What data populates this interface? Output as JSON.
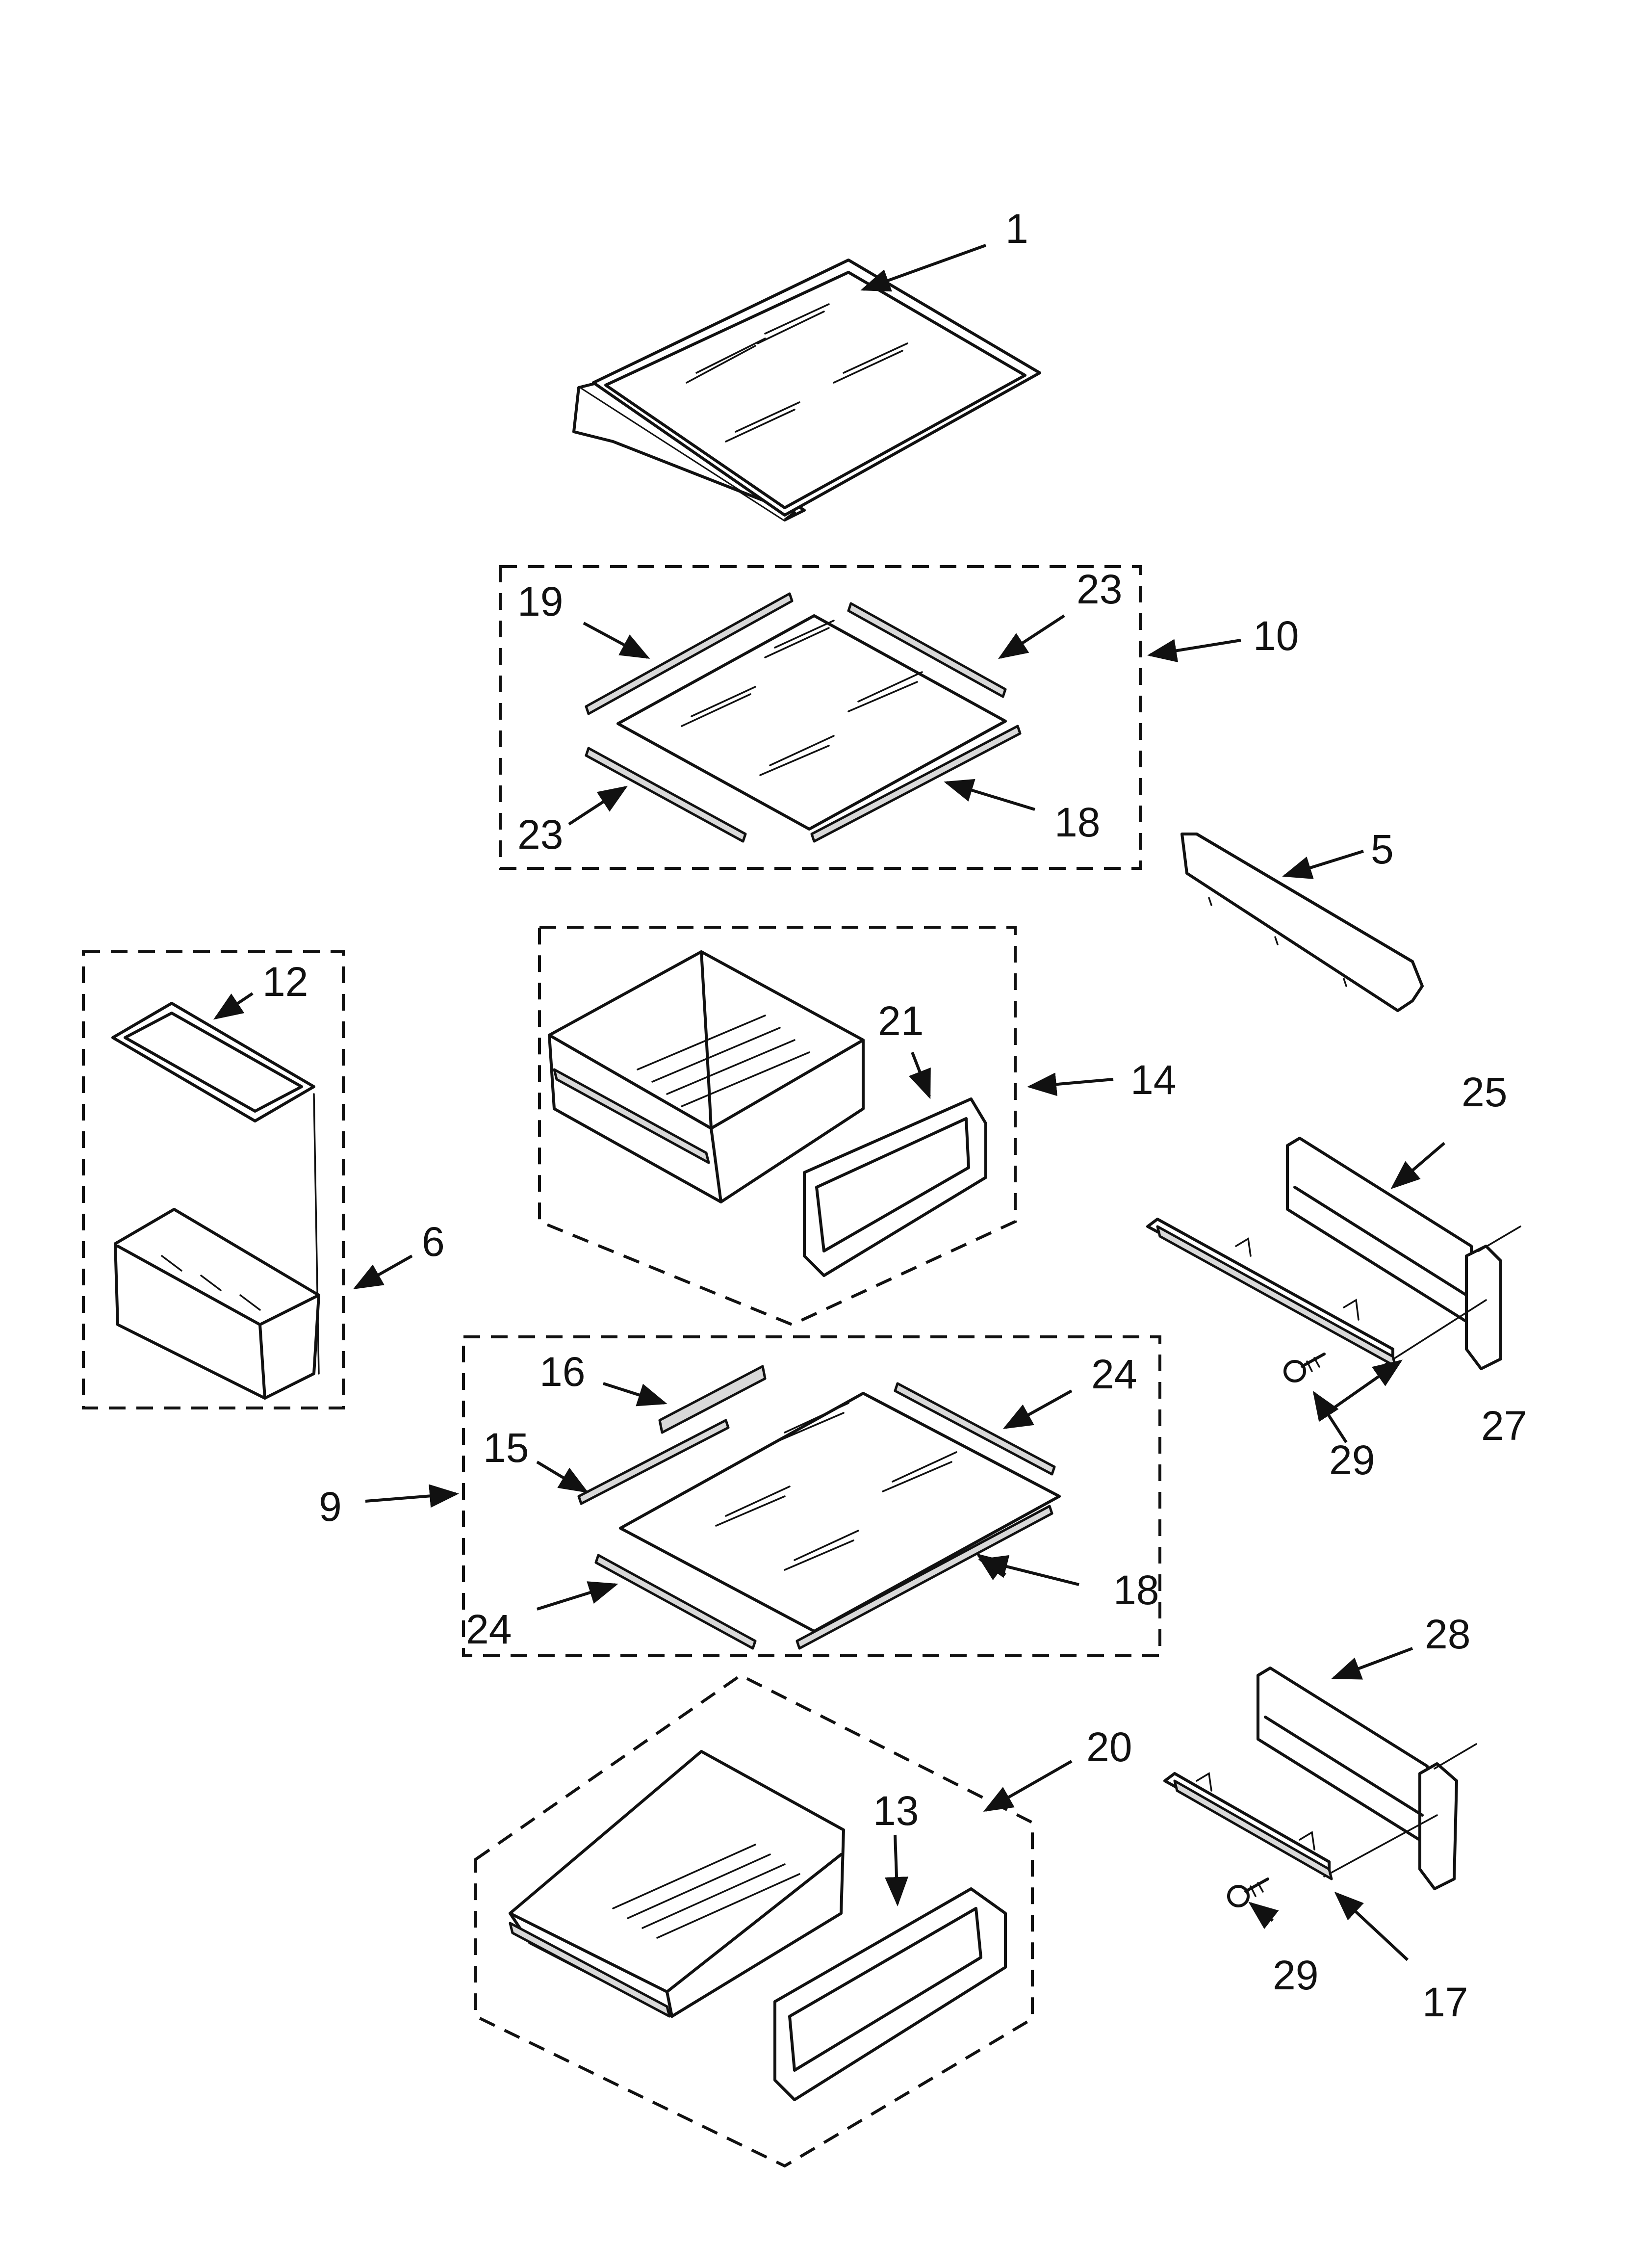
{
  "callouts": {
    "c1": "1",
    "c19": "19",
    "c23a": "23",
    "c10": "10",
    "c23b": "23",
    "c18a": "18",
    "c5": "5",
    "c12": "12",
    "c21": "21",
    "c14": "14",
    "c25": "25",
    "c6": "6",
    "c16": "16",
    "c24a": "24",
    "c15": "15",
    "c29a": "29",
    "c27": "27",
    "c9": "9",
    "c18b": "18",
    "c24b": "24",
    "c28": "28",
    "c20": "20",
    "c13": "13",
    "c29b": "29",
    "c17": "17"
  },
  "line_color": "#111111"
}
